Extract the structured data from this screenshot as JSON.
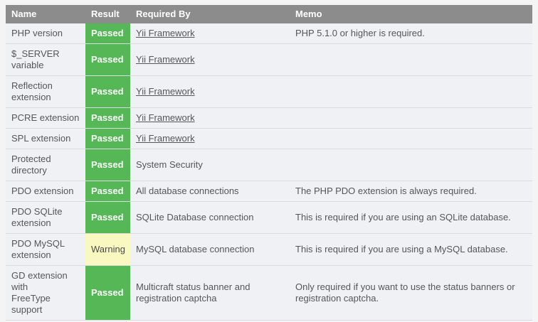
{
  "colors": {
    "header_bg": "#8c8c8c",
    "passed_bg": "#55b755",
    "warning_bg": "#f8f8c0",
    "row_bg": "#eff1f4",
    "page_bg": "#f4f4f4",
    "text": "#555657"
  },
  "table": {
    "header": {
      "name": "Name",
      "result": "Result",
      "required_by": "Required By",
      "memo": "Memo"
    },
    "rows": [
      {
        "name": "PHP version",
        "result": "Passed",
        "status": "passed",
        "required_by": "Yii Framework",
        "required_by_is_link": true,
        "memo": "PHP 5.1.0 or higher is required."
      },
      {
        "name": "$_SERVER\nvariable",
        "result": "Passed",
        "status": "passed",
        "required_by": "Yii Framework",
        "required_by_is_link": true,
        "memo": ""
      },
      {
        "name": "Reflection\nextension",
        "result": "Passed",
        "status": "passed",
        "required_by": "Yii Framework",
        "required_by_is_link": true,
        "memo": ""
      },
      {
        "name": "PCRE extension",
        "result": "Passed",
        "status": "passed",
        "required_by": "Yii Framework",
        "required_by_is_link": true,
        "memo": ""
      },
      {
        "name": "SPL extension",
        "result": "Passed",
        "status": "passed",
        "required_by": "Yii Framework",
        "required_by_is_link": true,
        "memo": ""
      },
      {
        "name": "Protected\ndirectory",
        "result": "Passed",
        "status": "passed",
        "required_by": "System Security",
        "required_by_is_link": false,
        "memo": ""
      },
      {
        "name": "PDO extension",
        "result": "Passed",
        "status": "passed",
        "required_by": "All database connections",
        "required_by_is_link": false,
        "memo": "The PHP PDO extension is always required."
      },
      {
        "name": "PDO SQLite\nextension",
        "result": "Passed",
        "status": "passed",
        "required_by": "SQLite Database connection",
        "required_by_is_link": false,
        "memo": "This is required if you are using an SQLite database."
      },
      {
        "name": "PDO MySQL\nextension",
        "result": "Warning",
        "status": "warning",
        "required_by": "MySQL database connection",
        "required_by_is_link": false,
        "memo": "This is required if you are using a MySQL database."
      },
      {
        "name": "GD extension\nwith\nFreeType\nsupport",
        "result": "Passed",
        "status": "passed",
        "required_by": "Multicraft status banner and\nregistration captcha",
        "required_by_is_link": false,
        "memo": "Only required if you want to use the status banners or\nregistration captcha."
      }
    ]
  }
}
